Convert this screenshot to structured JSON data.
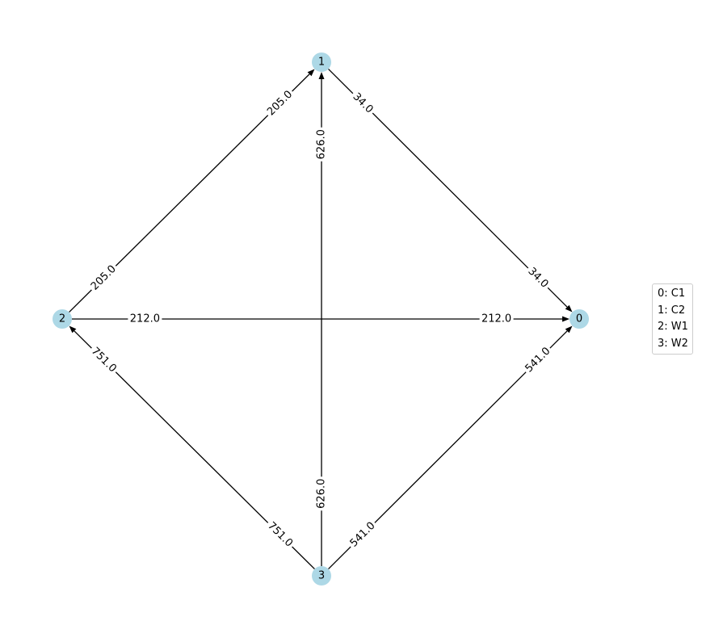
{
  "nodes": [
    {
      "id": "0",
      "label": "0"
    },
    {
      "id": "1",
      "label": "1"
    },
    {
      "id": "2",
      "label": "2"
    },
    {
      "id": "3",
      "label": "3"
    }
  ],
  "edges": [
    {
      "from": "1",
      "to": "0",
      "label": "34.0"
    },
    {
      "from": "2",
      "to": "1",
      "label": "205.0"
    },
    {
      "from": "2",
      "to": "0",
      "label": "212.0"
    },
    {
      "from": "3",
      "to": "1",
      "label": "626.0"
    },
    {
      "from": "3",
      "to": "2",
      "label": "751.0"
    },
    {
      "from": "3",
      "to": "0",
      "label": "541.0"
    }
  ],
  "legend": {
    "items": [
      "0: C1",
      "1: C2",
      "2: W1",
      "3: W2"
    ]
  },
  "colors": {
    "node_fill": "#add8e6",
    "edge": "#000000"
  }
}
